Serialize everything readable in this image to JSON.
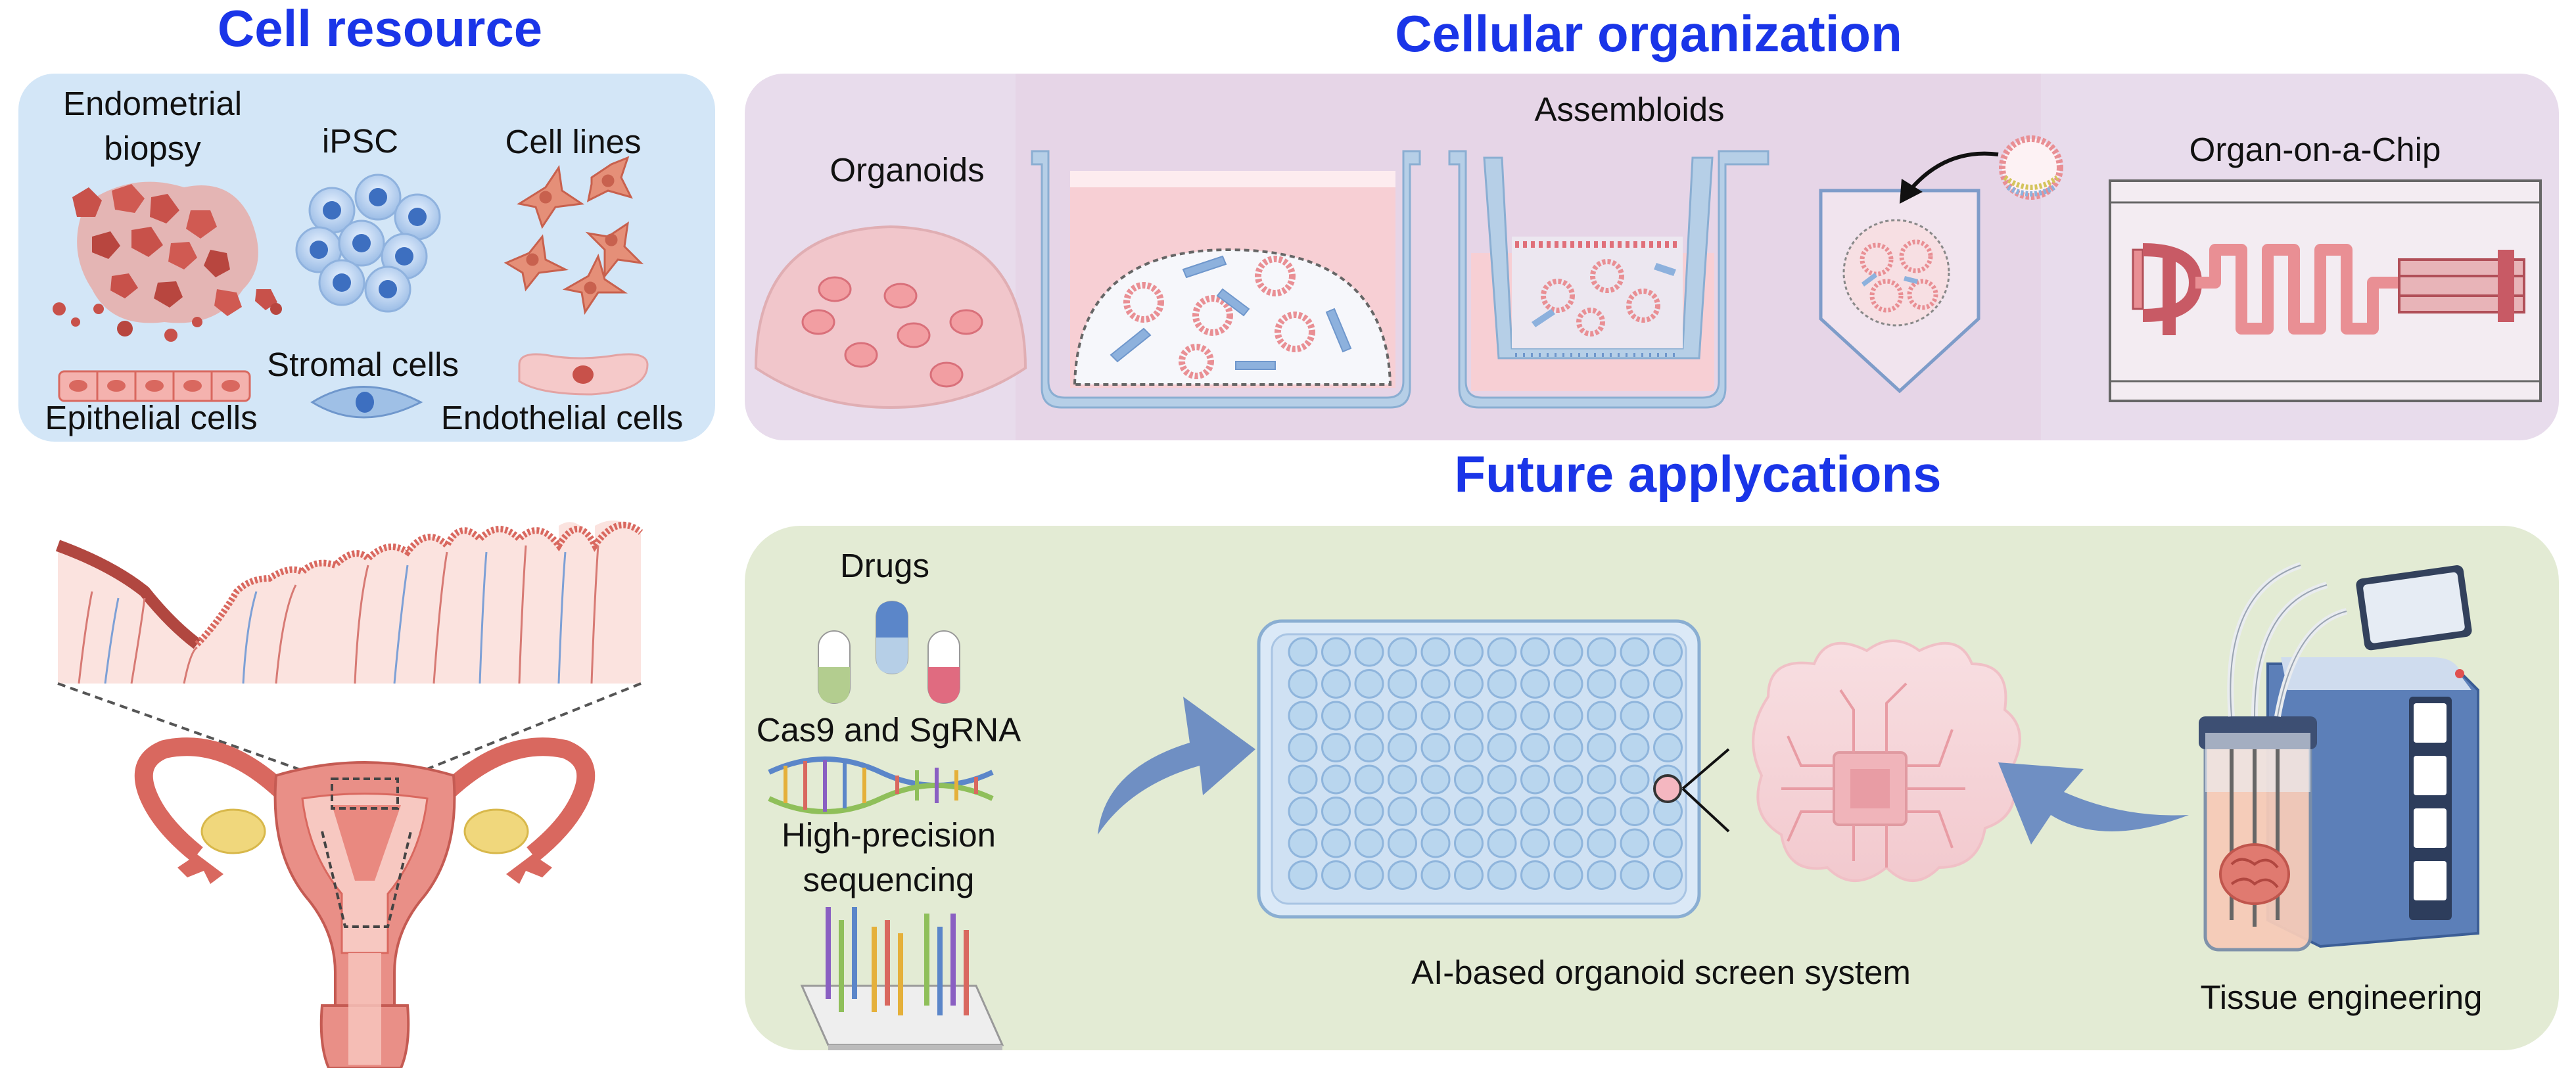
{
  "titles": {
    "cell_resource": "Cell resource",
    "cellular_organization": "Cellular organization",
    "future_applications": "Future applycations"
  },
  "cell_resource": {
    "endometrial_biopsy_line1": "Endometrial",
    "endometrial_biopsy_line2": "biopsy",
    "ipsc": "iPSC",
    "cell_lines": "Cell lines",
    "stromal_cells": "Stromal cells",
    "epithelial_cells": "Epithelial cells",
    "endothelial_cells": "Endothelial cells"
  },
  "cellular_organization": {
    "organoids": "Organoids",
    "assembloids": "Assembloids",
    "organ_on_chip": "Organ-on-a-Chip"
  },
  "future_applications": {
    "drugs": "Drugs",
    "cas9": "Cas9 and SgRNA",
    "sequencing_line1": "High-precision",
    "sequencing_line2": "sequencing",
    "ai_system": "AI-based organoid screen system",
    "tissue_engineering": "Tissue engineering"
  },
  "colors": {
    "title_blue": "#1a35e8",
    "cell_resource_bg": "#d3e6f7",
    "organization_bg": "#e8dcec",
    "applications_bg": "#e3ebd4",
    "tissue_red": "#d9685f",
    "plate_blue": "#b9d6ee",
    "arrow_blue": "#6f8fc3"
  }
}
